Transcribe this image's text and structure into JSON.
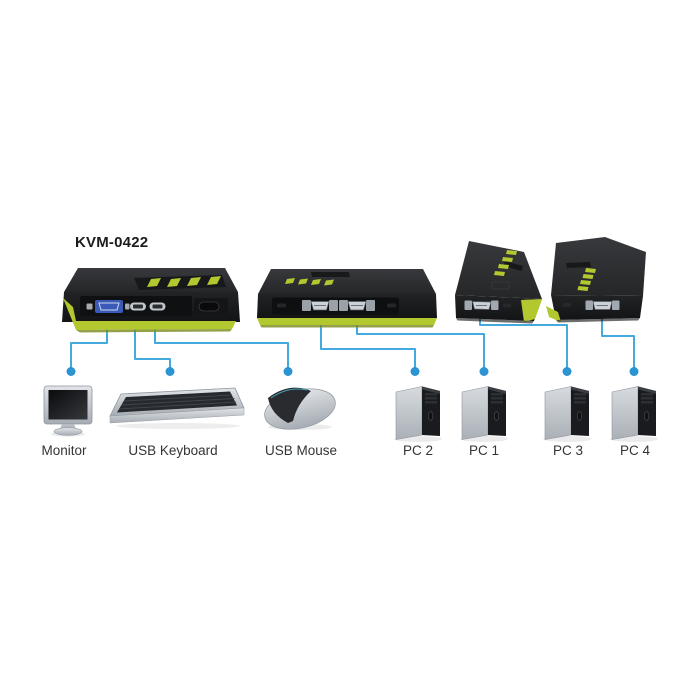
{
  "title": "KVM-0422",
  "labels": {
    "monitor": "Monitor",
    "keyboard": "USB Keyboard",
    "mouse": "USB Mouse",
    "pc2": "PC 2",
    "pc1": "PC 1",
    "pc3": "PC 3",
    "pc4": "PC 4"
  },
  "colors": {
    "accent_green": "#B3C72E",
    "connector_line": "#44A9DC",
    "connector_dot": "#2B94D3",
    "vga_port_blue": "#3A5ABA"
  },
  "devices": [
    {
      "name": "KVM switch front view",
      "ports_visible": [
        "VGA console port",
        "USB port 1",
        "USB port 2"
      ]
    },
    {
      "name": "KVM switch rear view",
      "ports_visible": [
        "PC port A",
        "PC port B"
      ]
    },
    {
      "name": "KVM switch angled view A",
      "ports_visible": [
        "PC port"
      ]
    },
    {
      "name": "KVM switch angled view B",
      "ports_visible": [
        "PC port"
      ]
    }
  ],
  "connections": [
    {
      "from": "front VGA port",
      "to": "Monitor"
    },
    {
      "from": "front USB port 1",
      "to": "USB Keyboard"
    },
    {
      "from": "front USB port 2",
      "to": "USB Mouse"
    },
    {
      "from": "rear port A",
      "to": "PC 2"
    },
    {
      "from": "rear port B",
      "to": "PC 1"
    },
    {
      "from": "angled view A port",
      "to": "PC 3"
    },
    {
      "from": "angled view B port",
      "to": "PC 4"
    }
  ]
}
